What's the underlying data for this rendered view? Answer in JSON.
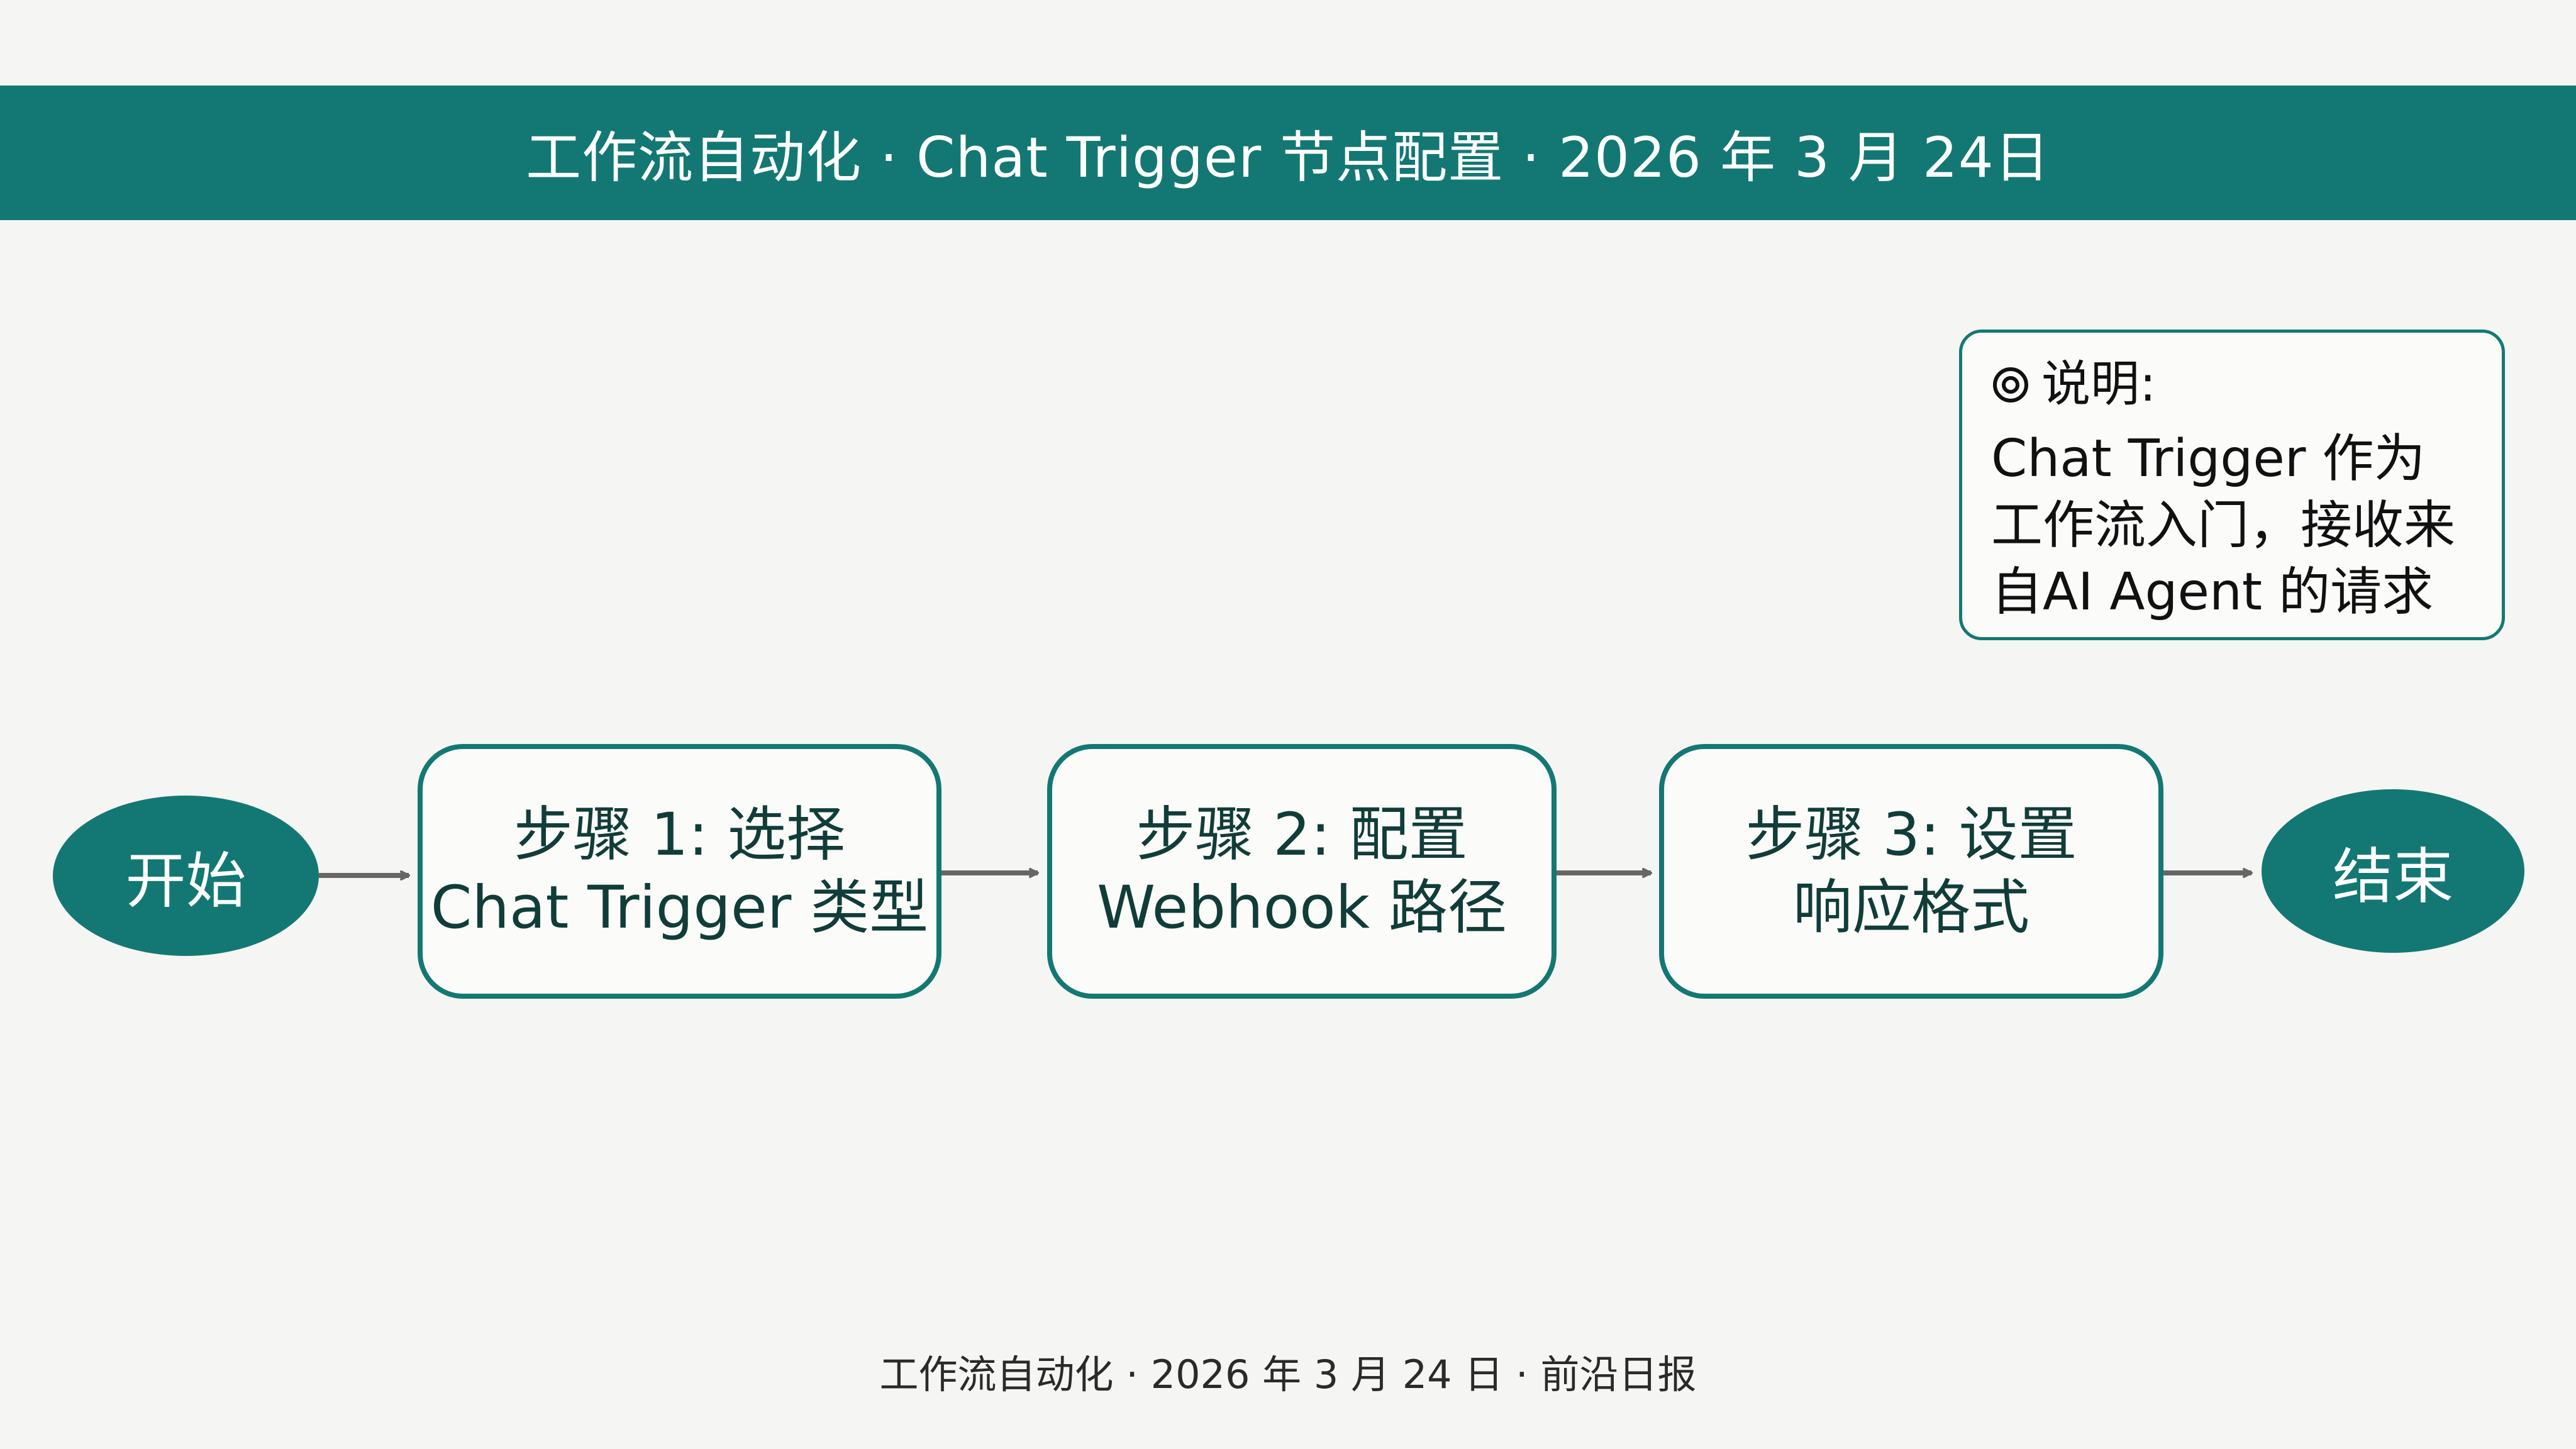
{
  "header": {
    "title": "工作流自动化 · Chat Trigger 节点配置 · 2026 年 3 月 24日"
  },
  "note": {
    "heading": "说明:",
    "text": "Chat Trigger 作为工作流入门，接收来自AI Agent 的请求"
  },
  "flow": {
    "start": "开始",
    "end": "结束",
    "steps": [
      {
        "line1": "步骤 1:  选择",
        "line2": "Chat Trigger 类型"
      },
      {
        "line1": "步骤 2:  配置",
        "line2": "Webhook 路径"
      },
      {
        "line1": "步骤 3:  设置",
        "line2": "响应格式"
      }
    ]
  },
  "footer": {
    "caption": "工作流自动化 · 2026 年 3 月 24 日 · 前沿日报"
  },
  "colors": {
    "accent": "#137873",
    "background": "#f5f5f3",
    "arrow": "#666666",
    "text": "#123f3a"
  },
  "icons": {
    "note": "target-icon",
    "connector": "arrow-right-icon"
  }
}
